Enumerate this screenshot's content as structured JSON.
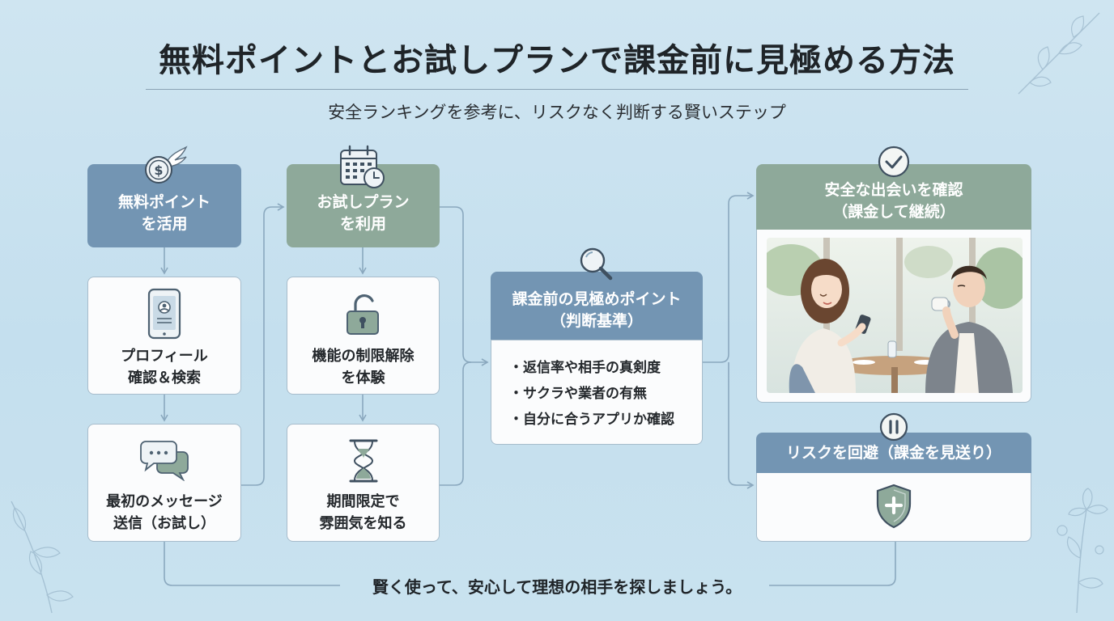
{
  "title": "無料ポイントとお試しプランで課金前に見極める方法",
  "subtitle": "安全ランキングを参考に、リスクなく判断する賢いステップ",
  "col1": {
    "header": [
      "無料ポイント",
      "を活用"
    ],
    "header_icon": "coin-wing-icon",
    "step1": {
      "lines": [
        "プロフィール",
        "確認＆検索"
      ],
      "icon": "smartphone-profile-icon"
    },
    "step2": {
      "lines": [
        "最初のメッセージ",
        "送信（お試し）"
      ],
      "icon": "chat-bubbles-icon"
    }
  },
  "col2": {
    "header": [
      "お試しプラン",
      "を利用"
    ],
    "header_icon": "calendar-clock-icon",
    "step1": {
      "lines": [
        "機能の制限解除",
        "を体験"
      ],
      "icon": "unlock-icon"
    },
    "step2": {
      "lines": [
        "期間限定で",
        "雰囲気を知る"
      ],
      "icon": "hourglass-icon"
    }
  },
  "criteria": {
    "header": [
      "課金前の見極めポイント",
      "（判断基準）"
    ],
    "icon": "magnifier-icon",
    "items": [
      "・返信率や相手の真剣度",
      "・サクラや業者の有無",
      "・自分に合うアプリか確認"
    ]
  },
  "outcome_good": {
    "header": [
      "安全な出会いを確認",
      "（課金して継続）"
    ],
    "icon": "check-circle-icon",
    "image": "couple-cafe-illustration"
  },
  "outcome_risk": {
    "header": "リスクを回避（課金を見送り）",
    "icon": "pause-circle-icon",
    "body_icon": "shield-plus-icon"
  },
  "footer": "賢く使って、安心して理想の相手を探しましょう。",
  "colors": {
    "blue_header": "#7395b3",
    "green_header": "#8ea99a",
    "connector": "#8aa8be",
    "background": "#c8e1ee"
  }
}
